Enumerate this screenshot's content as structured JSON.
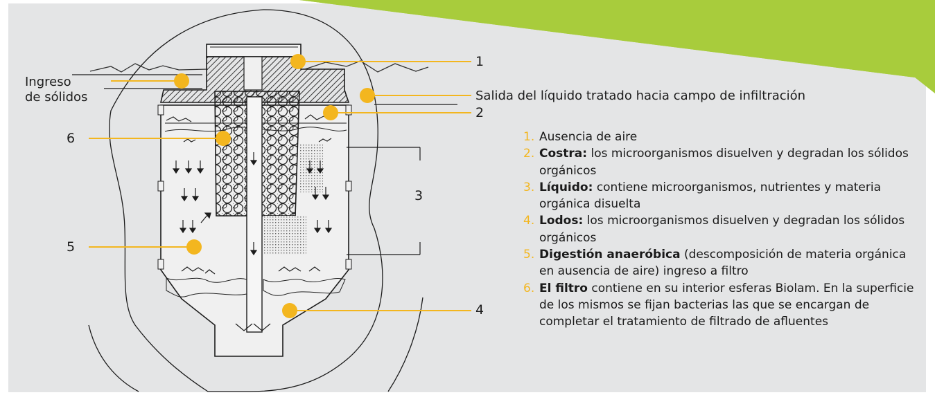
{
  "diagram": {
    "callouts": {
      "n1": "1",
      "n2": "2",
      "n3": "3",
      "n4": "4",
      "n5": "5",
      "n6": "6",
      "ingreso_line1": "Ingreso",
      "ingreso_line2": "de sólidos",
      "salida": "Salida del líquido tratado hacia campo de infiltración"
    },
    "legend": [
      {
        "num": "1.",
        "bold": "",
        "text": "Ausencia de aire"
      },
      {
        "num": "2.",
        "bold": "Costra:",
        "text": "los microorganismos disuelven y degradan los sólidos orgánicos"
      },
      {
        "num": "3.",
        "bold": "Líquido:",
        "text": "contiene microorganismos, nutrientes y materia orgánica disuelta"
      },
      {
        "num": "4.",
        "bold": "Lodos:",
        "text": "los microorganismos disuelven y degradan los sólidos orgánicos"
      },
      {
        "num": "5.",
        "bold": "Digestión anaeróbica",
        "text": "(descomposición de materia orgánica en ausencia de aire) ingreso a filtro"
      },
      {
        "num": "6.",
        "bold": "El filtro",
        "text": "contiene en su interior esferas Biolam. En la superficie de los mismos se fijan bacterias las que se encargan de completar el tratamiento de filtrado de afluentes"
      }
    ],
    "colors": {
      "accent": "#f3b61f",
      "banner": "#a8cc3c",
      "background": "#e4e5e6",
      "line": "#1c1c1c"
    }
  }
}
